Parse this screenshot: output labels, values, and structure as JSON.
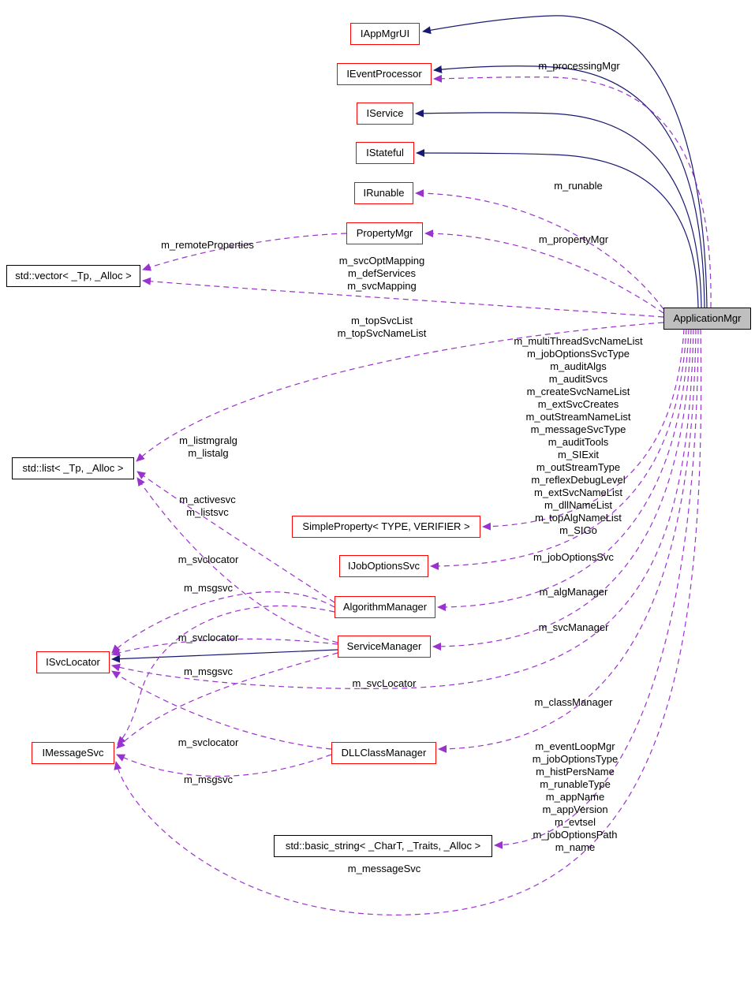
{
  "colors": {
    "inheritance": "#191970",
    "usage": "#9a32cd",
    "node_border": "#000000",
    "node_border_special": "#ff0000",
    "node_fill": "#ffffff",
    "current_fill": "#bfbfbf",
    "text": "#000000"
  },
  "nodes": [
    {
      "label": "IAppMgrUI",
      "kind": "class"
    },
    {
      "label": "IEventProcessor",
      "kind": "class"
    },
    {
      "label": "IService",
      "kind": "class"
    },
    {
      "label": "IStateful",
      "kind": "class"
    },
    {
      "label": "IRunable",
      "kind": "class"
    },
    {
      "label": "PropertyMgr",
      "kind": "class"
    },
    {
      "label": "std::vector< _Tp, _Alloc >",
      "kind": "template"
    },
    {
      "label": "std::list< _Tp, _Alloc >",
      "kind": "template"
    },
    {
      "label": "SimpleProperty< TYPE, VERIFIER >",
      "kind": "class"
    },
    {
      "label": "IJobOptionsSvc",
      "kind": "class"
    },
    {
      "label": "AlgorithmManager",
      "kind": "class"
    },
    {
      "label": "ServiceManager",
      "kind": "class"
    },
    {
      "label": "ISvcLocator",
      "kind": "class"
    },
    {
      "label": "IMessageSvc",
      "kind": "class"
    },
    {
      "label": "DLLClassManager",
      "kind": "class"
    },
    {
      "label": "std::basic_string< _CharT, _Traits, _Alloc >",
      "kind": "template"
    },
    {
      "label": "ApplicationMgr",
      "kind": "current"
    }
  ],
  "inheritance_edges": [
    {
      "from": "ApplicationMgr",
      "to": "IAppMgrUI"
    },
    {
      "from": "ApplicationMgr",
      "to": "IEventProcessor"
    },
    {
      "from": "ApplicationMgr",
      "to": "IService"
    },
    {
      "from": "ApplicationMgr",
      "to": "IStateful"
    },
    {
      "from": "ServiceManager",
      "to": "ISvcLocator"
    }
  ],
  "edge_labels": [
    {
      "text": "m_processingMgr",
      "from": "ApplicationMgr",
      "to": "IEventProcessor"
    },
    {
      "text": "m_runable",
      "from": "ApplicationMgr",
      "to": "IRunable"
    },
    {
      "text": "m_propertyMgr",
      "from": "ApplicationMgr",
      "to": "PropertyMgr"
    },
    {
      "text": "m_remoteProperties",
      "from": "PropertyMgr",
      "to": "std::vector< _Tp, _Alloc >"
    },
    {
      "text": "m_svcOptMapping\nm_defServices\nm_svcMapping",
      "from": "ApplicationMgr",
      "to": "std::vector< _Tp, _Alloc >"
    },
    {
      "text": "m_topSvcList\nm_topSvcNameList",
      "from": "ApplicationMgr",
      "to": "std::list< _Tp, _Alloc >"
    },
    {
      "text": "m_multiThreadSvcNameList\nm_jobOptionsSvcType\nm_auditAlgs\nm_auditSvcs\nm_createSvcNameList\nm_extSvcCreates\nm_outStreamNameList\nm_messageSvcType\nm_auditTools\nm_SIExit\nm_outStreamType\nm_reflexDebugLevel\nm_extSvcNameList\nm_dllNameList\nm_topAlgNameList\nm_SIGo",
      "from": "ApplicationMgr",
      "to": "SimpleProperty< TYPE, VERIFIER >"
    },
    {
      "text": "m_listmgralg\nm_listalg",
      "from": "AlgorithmManager",
      "to": "std::list< _Tp, _Alloc >"
    },
    {
      "text": "m_activesvc\nm_listsvc",
      "from": "ServiceManager",
      "to": "std::list< _Tp, _Alloc >"
    },
    {
      "text": "m_svclocator",
      "from": "AlgorithmManager",
      "to": "ISvcLocator"
    },
    {
      "text": "m_msgsvc",
      "from": "AlgorithmManager",
      "to": "IMessageSvc"
    },
    {
      "text": "m_jobOptionsSvc",
      "from": "ApplicationMgr",
      "to": "IJobOptionsSvc"
    },
    {
      "text": "m_algManager",
      "from": "ApplicationMgr",
      "to": "AlgorithmManager"
    },
    {
      "text": "m_svcManager",
      "from": "ApplicationMgr",
      "to": "ServiceManager"
    },
    {
      "text": "m_svclocator",
      "from": "ServiceManager",
      "to": "ISvcLocator"
    },
    {
      "text": "m_msgsvc",
      "from": "ServiceManager",
      "to": "IMessageSvc"
    },
    {
      "text": "m_svcLocator",
      "from": "ApplicationMgr",
      "to": "ISvcLocator"
    },
    {
      "text": "m_classManager",
      "from": "ApplicationMgr",
      "to": "DLLClassManager"
    },
    {
      "text": "m_svclocator",
      "from": "DLLClassManager",
      "to": "ISvcLocator"
    },
    {
      "text": "m_msgsvc",
      "from": "DLLClassManager",
      "to": "IMessageSvc"
    },
    {
      "text": "m_eventLoopMgr\nm_jobOptionsType\nm_histPersName\nm_runableType\nm_appName\nm_appVersion\nm_evtsel\nm_jobOptionsPath\nm_name",
      "from": "ApplicationMgr",
      "to": "std::basic_string< _CharT, _Traits, _Alloc >"
    },
    {
      "text": "m_messageSvc",
      "from": "ApplicationMgr",
      "to": "IMessageSvc"
    }
  ]
}
